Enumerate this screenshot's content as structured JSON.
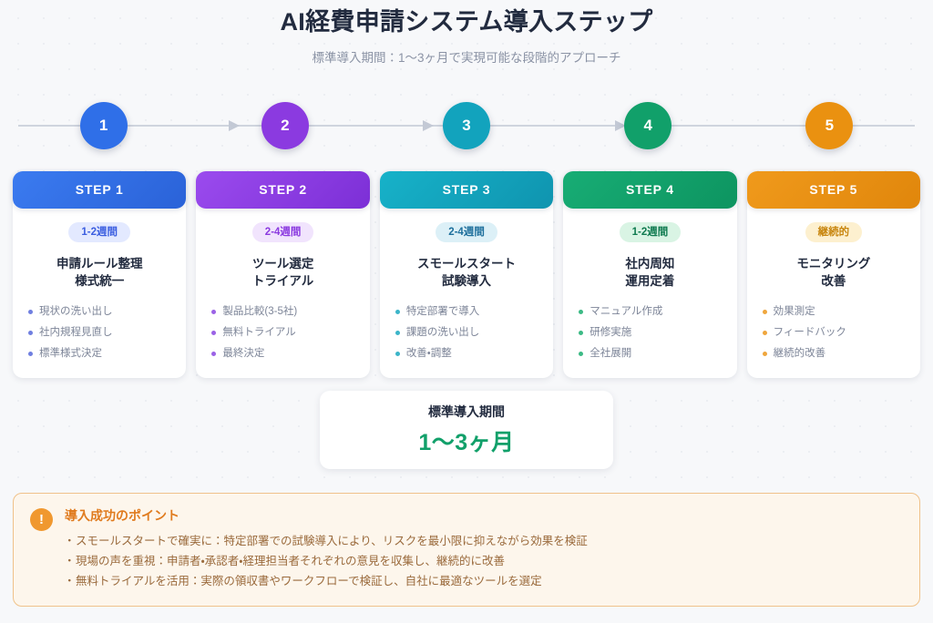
{
  "header": {
    "title": "AI経費申請システム導入ステップ",
    "subtitle": "標準導入期間：1〜3ヶ月で実現可能な段階的アプローチ"
  },
  "colors": {
    "step1": "#2f6fe8",
    "step2": "#8b3ae0",
    "step3": "#12a3bd",
    "step4": "#11a06a",
    "step5": "#ea9110",
    "background": "#f7f8fa",
    "line": "#cfd4de",
    "tip_accent": "#e07b1e",
    "summary_value": "#11a06a"
  },
  "timeline": {
    "nodes": [
      {
        "number": "1",
        "color": "#2f6fe8"
      },
      {
        "number": "2",
        "color": "#8b3ae0"
      },
      {
        "number": "3",
        "color": "#12a3bd"
      },
      {
        "number": "4",
        "color": "#11a06a"
      },
      {
        "number": "5",
        "color": "#ea9110"
      }
    ]
  },
  "steps": [
    {
      "header_label": "STEP 1",
      "header_bg": "linear-gradient(135deg,#3b7bf0 0%,#2a62d8 100%)",
      "badge": "1-2週間",
      "badge_bg": "#e3e9ff",
      "badge_color": "#3b5ee0",
      "title_line1": "申請ルール整理",
      "title_line2": "様式統一",
      "bullet_color": "#6f7fe0",
      "bullets": [
        "現状の洗い出し",
        "社内規程見直し",
        "標準様式決定"
      ]
    },
    {
      "header_label": "STEP 2",
      "header_bg": "linear-gradient(135deg,#9b4bee 0%,#7c2fd6 100%)",
      "badge": "2-4週間",
      "badge_bg": "#f1e4fd",
      "badge_color": "#8b3ae0",
      "title_line1": "ツール選定",
      "title_line2": "トライアル",
      "bullet_color": "#9b62e6",
      "bullets": [
        "製品比較(3-5社)",
        "無料トライアル",
        "最終決定"
      ]
    },
    {
      "header_label": "STEP 3",
      "header_bg": "linear-gradient(135deg,#17b2c9 0%,#0f94af 100%)",
      "badge": "2-4週間",
      "badge_bg": "#dcf0f7",
      "badge_color": "#1d6f9c",
      "title_line1": "スモールスタート",
      "title_line2": "試験導入",
      "bullet_color": "#3cb5c9",
      "bullets": [
        "特定部署で導入",
        "課題の洗い出し",
        "改善・調整"
      ]
    },
    {
      "header_label": "STEP 4",
      "header_bg": "linear-gradient(135deg,#18ad75 0%,#0d9460 100%)",
      "badge": "1-2週間",
      "badge_bg": "#d9f4e4",
      "badge_color": "#0e7a4f",
      "title_line1": "社内周知",
      "title_line2": "運用定着",
      "bullet_color": "#3cba85",
      "bullets": [
        "マニュアル作成",
        "研修実施",
        "全社展開"
      ]
    },
    {
      "header_label": "STEP 5",
      "header_bg": "linear-gradient(135deg,#f09a1c 0%,#e0860b 100%)",
      "badge": "継続的",
      "badge_bg": "#fdf0cf",
      "badge_color": "#c8860f",
      "title_line1": "モニタリング",
      "title_line2": "改善",
      "bullet_color": "#efa63d",
      "bullets": [
        "効果測定",
        "フィードバック",
        "継続的改善"
      ]
    }
  ],
  "summary": {
    "label": "標準導入期間",
    "value": "1〜3ヶ月"
  },
  "tips": {
    "icon": "exclamation-icon",
    "icon_glyph": "!",
    "title": "導入成功のポイント",
    "items": [
      "スモールスタートで確実に：特定部署での試験導入により、リスクを最小限に抑えながら効果を検証",
      "現場の声を重視：申請者・承認者・経理担当者それぞれの意見を収集し、継続的に改善",
      "無料トライアルを活用：実際の領収書やワークフローで検証し、自社に最適なツールを選定"
    ]
  }
}
